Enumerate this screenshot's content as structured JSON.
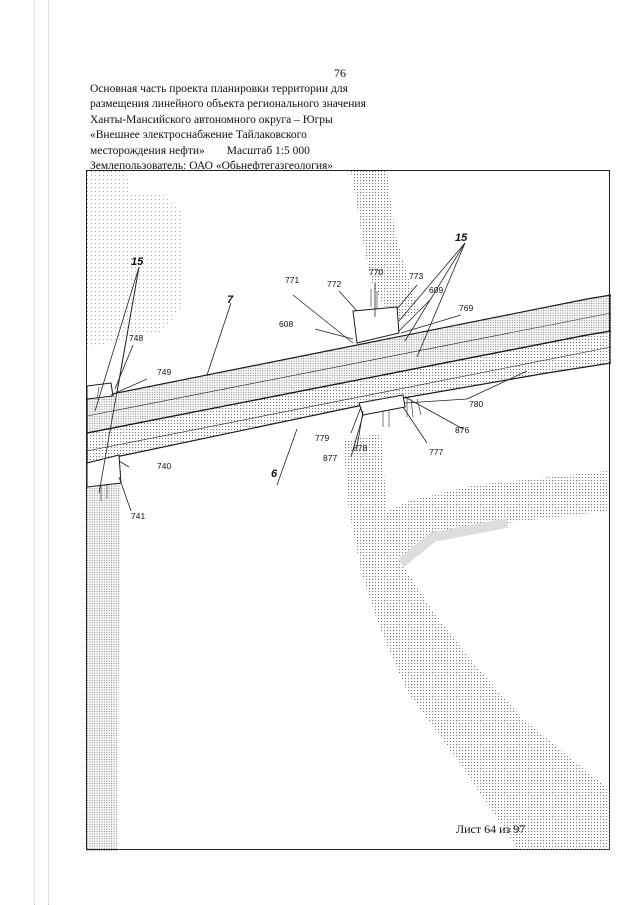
{
  "page": {
    "number": "76",
    "header_lines": [
      "Основная часть проекта планировки территории для",
      "размещения линейного объекта регионального значения",
      "Ханты-Мансийского автономного округа – Югры",
      "«Внешнее электроснабжение Тайлаковского"
    ],
    "deposit_line": "месторождения нефти»",
    "scale": "Масштаб 1:5 000",
    "land_user": "Землепользователь: ОАО «Обьнефтегазгеология»",
    "sheet": "Лист 64 из 97"
  },
  "map": {
    "corridor_numbers": [
      "7",
      "6"
    ],
    "group_label": "15",
    "point_labels": [
      "771",
      "772",
      "770",
      "773",
      "609",
      "769",
      "608",
      "748",
      "749",
      "780",
      "876",
      "777",
      "779",
      "878",
      "877",
      "740",
      "741"
    ],
    "colors": {
      "line": "#1a1a1a",
      "dot": "#777777",
      "fill": "#ffffff"
    }
  }
}
